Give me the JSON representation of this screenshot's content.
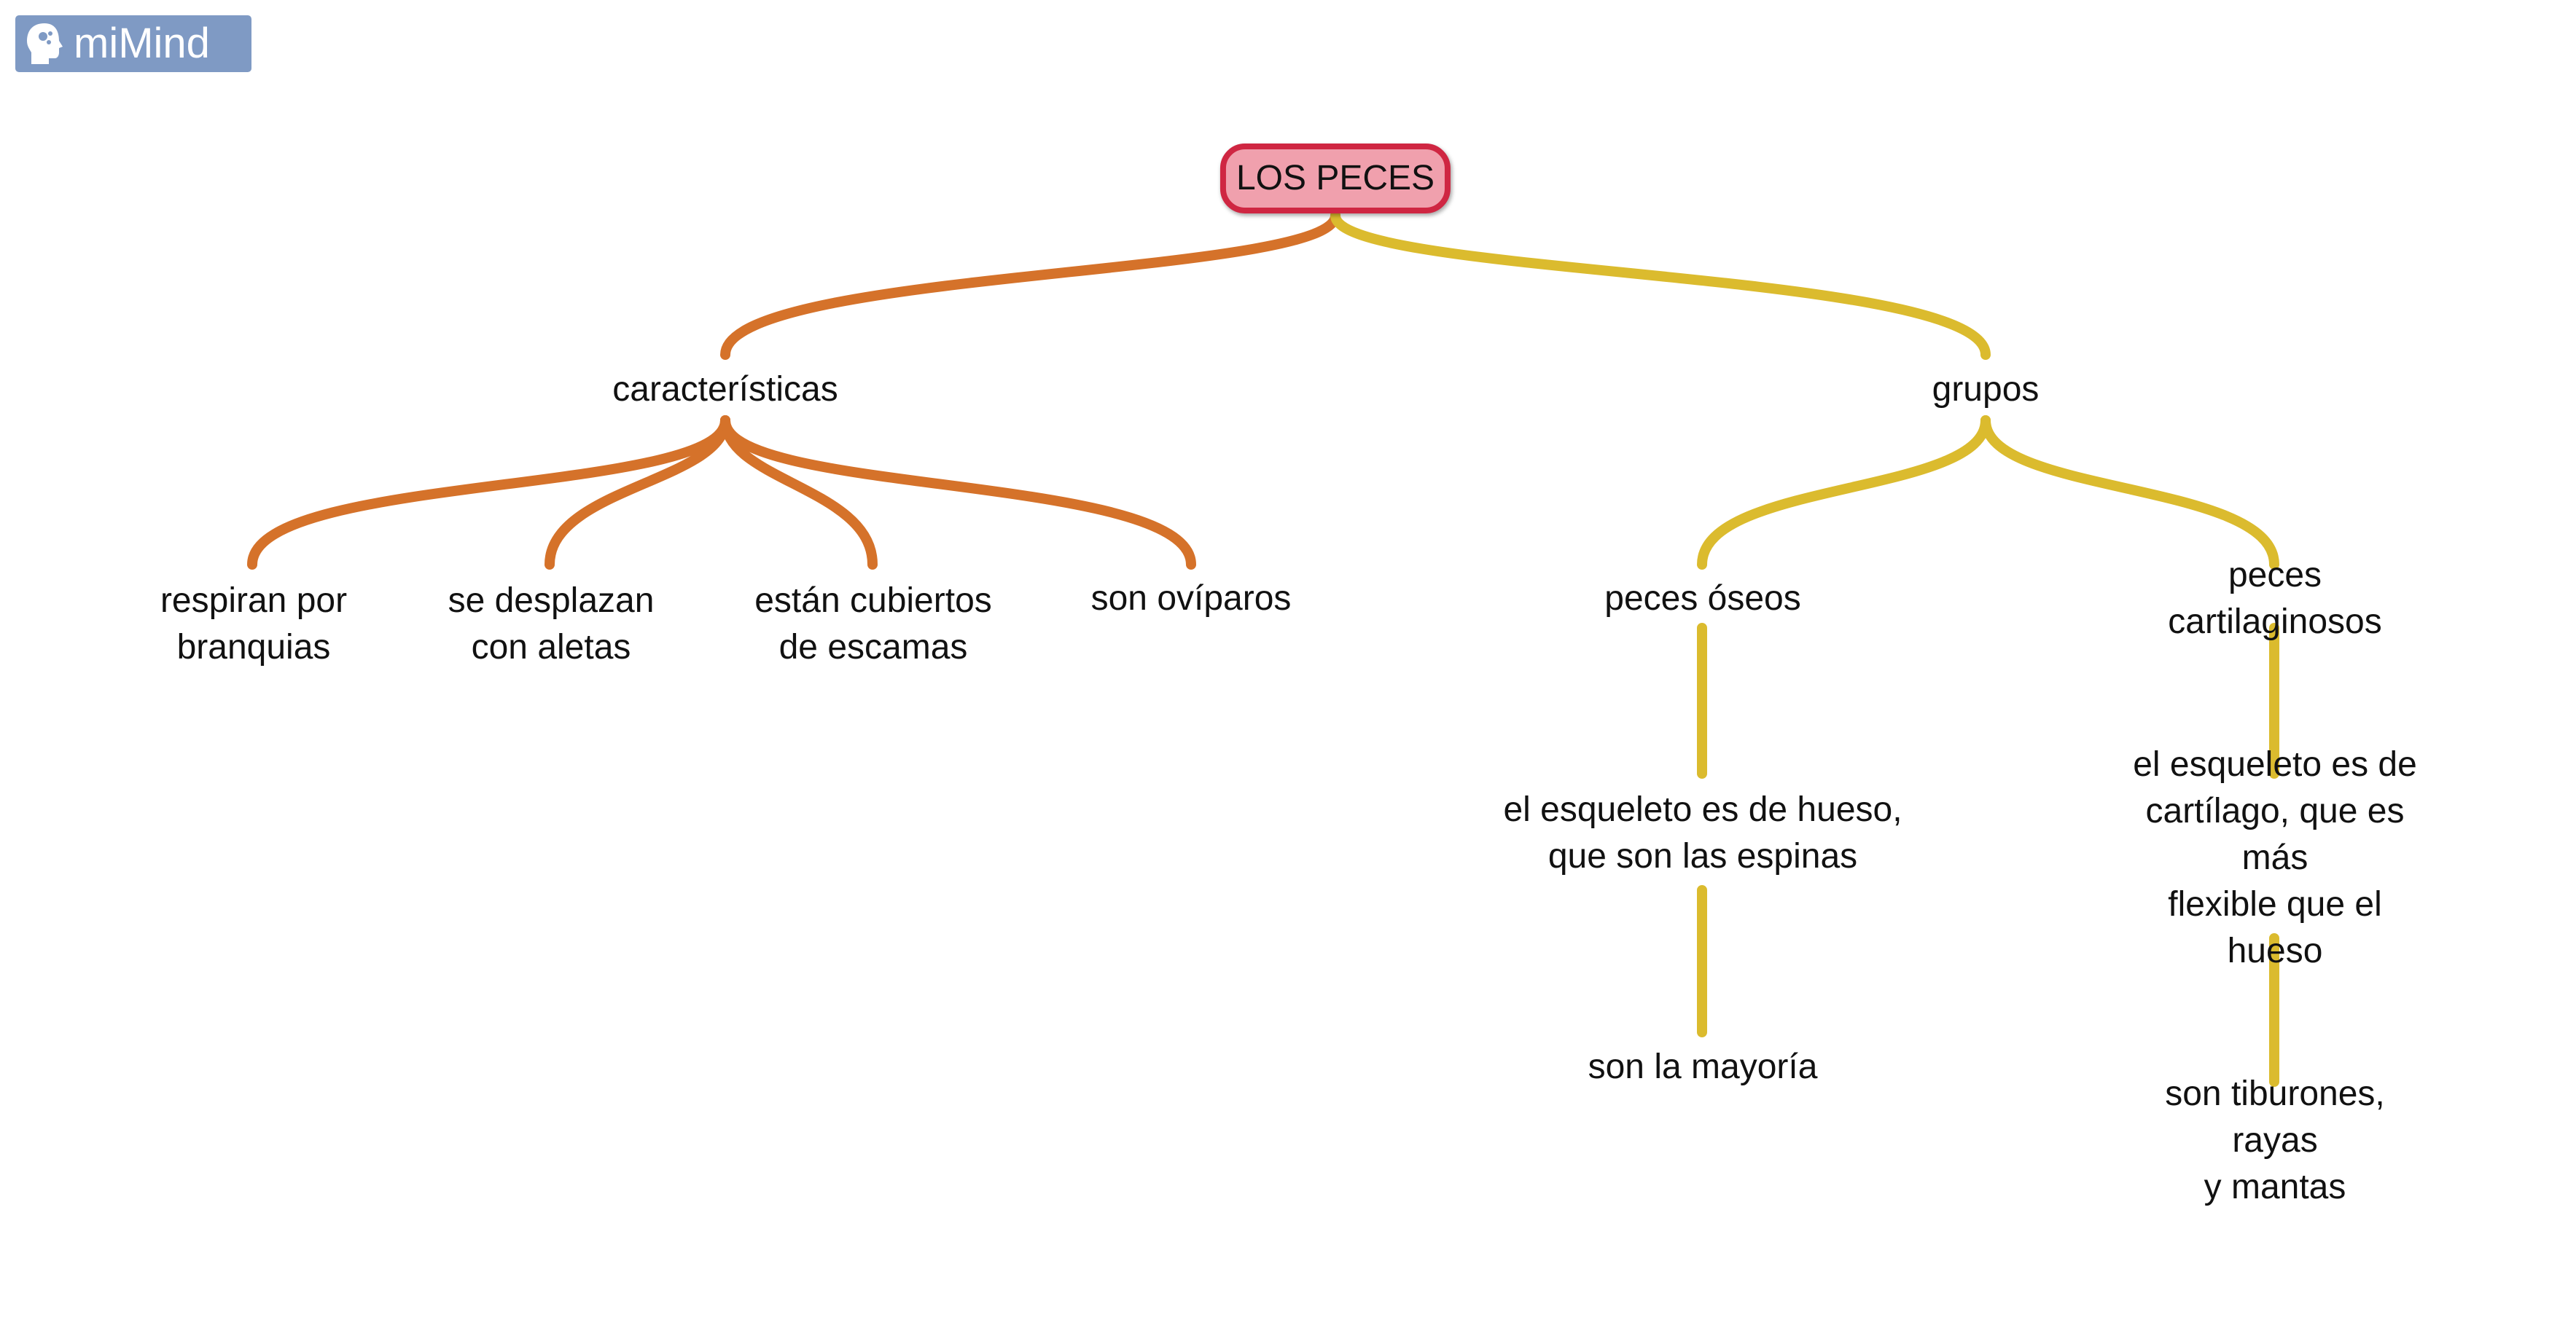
{
  "app": {
    "logo_text": "miMind",
    "logo_icon": "head-icon"
  },
  "colors": {
    "branch_left": "#d5722a",
    "branch_right": "#dbbb2e",
    "root_fill": "#f0a0ad",
    "root_border": "#cf2642",
    "logo_bg": "#7f9ac4"
  },
  "root": {
    "label": "LOS PECES"
  },
  "nodes": {
    "caracteristicas": "características",
    "grupos": "grupos",
    "respiran": "respiran por\nbranquias",
    "desplazan": "se desplazan\ncon aletas",
    "cubiertos": "están cubiertos\nde escamas",
    "oviparos": "son ovíparos",
    "oseos": "peces óseos",
    "cartilaginosos": "peces cartilaginosos",
    "esqueleto_hueso": "el esqueleto es de hueso,\nque son las espinas",
    "esqueleto_cartilago": "el esqueleto es de\ncartílago, que es más\nflexible que el hueso",
    "mayoria": "son la mayoría",
    "tiburones": "son tiburones, rayas\ny mantas"
  }
}
